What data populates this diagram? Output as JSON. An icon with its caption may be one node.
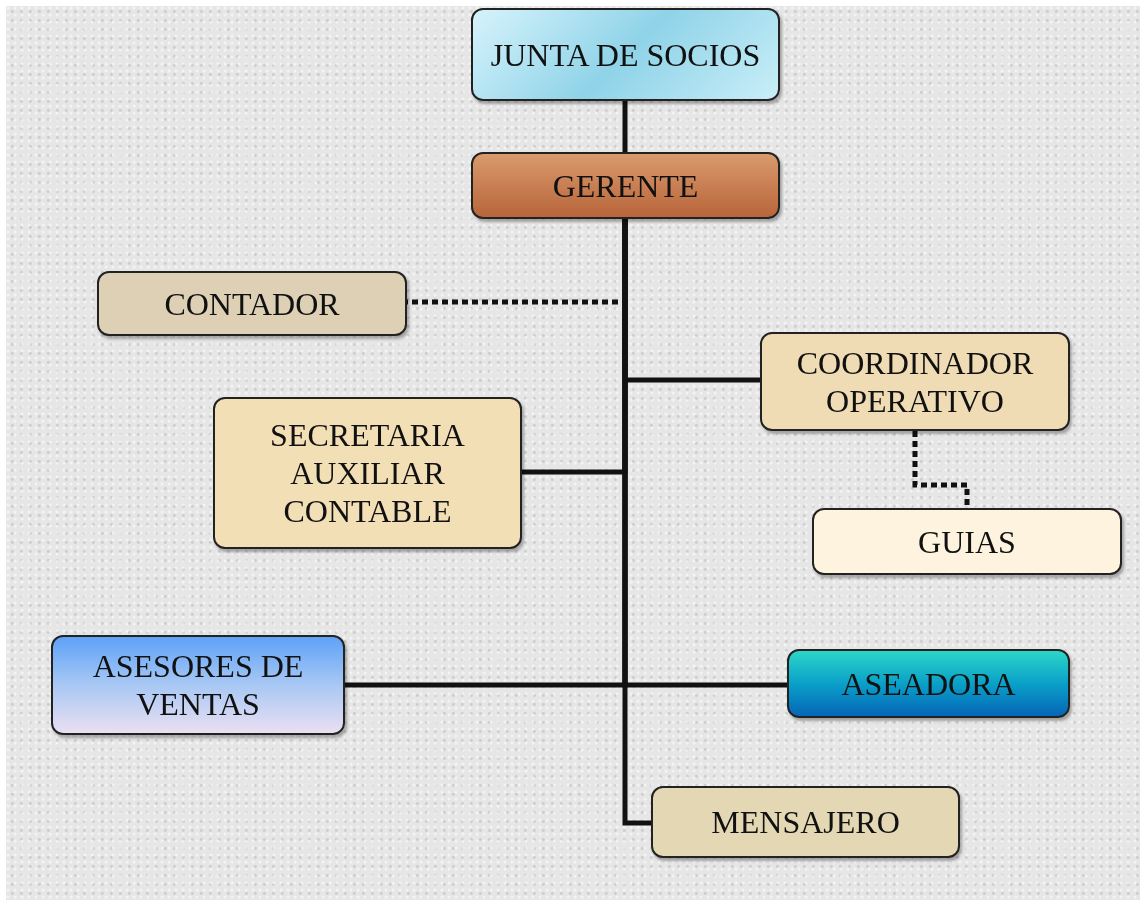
{
  "diagram": {
    "nodes": [
      {
        "text": [
          "JUNTA DE SOCIOS"
        ]
      },
      {
        "text": [
          "GERENTE"
        ]
      },
      {
        "text": [
          "CONTADOR"
        ]
      },
      {
        "text": [
          "COORDINADOR OPERATIVO"
        ]
      },
      {
        "text": [
          "SECRETARIA AUXILIAR CONTABLE"
        ]
      },
      {
        "text": [
          "GUIAS"
        ]
      },
      {
        "text": [
          "ASESORES DE VENTAS"
        ]
      },
      {
        "text": [
          "ASEADORA"
        ]
      },
      {
        "text": [
          "MENSAJERO"
        ]
      }
    ],
    "edges": [
      {
        "from": 0,
        "to": 1,
        "arrow": "none"
      },
      {
        "from": 1,
        "to": 2,
        "arrow": "none",
        "style": "dashed"
      },
      {
        "from": 1,
        "to": 3,
        "arrow": "none"
      },
      {
        "from": 1,
        "to": 4,
        "arrow": "none"
      },
      {
        "from": 3,
        "to": 5,
        "arrow": "none",
        "style": "dashed"
      },
      {
        "from": 1,
        "to": 6,
        "arrow": "none"
      },
      {
        "from": 1,
        "to": 7,
        "arrow": "none"
      },
      {
        "from": 1,
        "to": 8,
        "arrow": "none"
      }
    ]
  }
}
